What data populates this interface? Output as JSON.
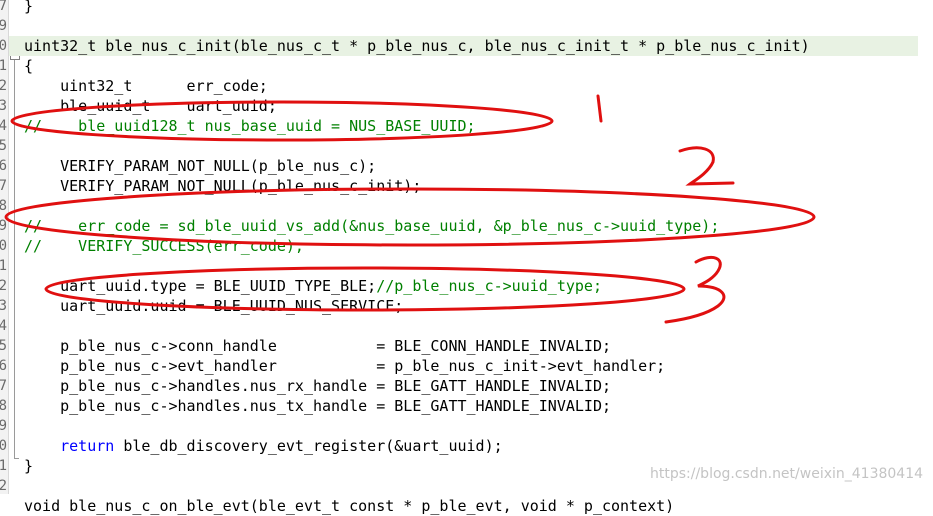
{
  "editor": {
    "line_numbers": [
      "7",
      "9",
      "0",
      "1",
      "2",
      "3",
      "4",
      "5",
      "6",
      "7",
      "8",
      "9",
      "0",
      "1",
      "2",
      "3",
      "4",
      "5",
      "6",
      "7",
      "8",
      "9",
      "0",
      "1",
      "2",
      "3"
    ],
    "fold_marker": "-",
    "code": [
      {
        "parts": [
          {
            "t": "}",
            "c": ""
          }
        ]
      },
      {
        "parts": []
      },
      {
        "parts": [
          {
            "t": "uint32_t ble_nus_c_init(ble_nus_c_t * p_ble_nus_c, ble_nus_c_init_t * p_ble_nus_c_init)",
            "c": ""
          }
        ],
        "active": true
      },
      {
        "parts": [
          {
            "t": "{",
            "c": ""
          }
        ]
      },
      {
        "parts": [
          {
            "t": "    uint32_t      err_code;",
            "c": ""
          }
        ]
      },
      {
        "parts": [
          {
            "t": "    ble_uuid_t    uart_uuid;",
            "c": ""
          }
        ]
      },
      {
        "parts": [
          {
            "t": "//    ble_uuid128_t nus_base_uuid = NUS_BASE_UUID;",
            "c": "cm"
          }
        ]
      },
      {
        "parts": []
      },
      {
        "parts": [
          {
            "t": "    VERIFY_PARAM_NOT_NULL(p_ble_nus_c);",
            "c": ""
          }
        ]
      },
      {
        "parts": [
          {
            "t": "    VERIFY_PARAM_NOT_NULL(p_ble_nus_c_init);",
            "c": ""
          }
        ]
      },
      {
        "parts": []
      },
      {
        "parts": [
          {
            "t": "//    err_code = sd_ble_uuid_vs_add(&nus_base_uuid, &p_ble_nus_c->uuid_type);",
            "c": "cm"
          }
        ]
      },
      {
        "parts": [
          {
            "t": "//    VERIFY_SUCCESS(err_code);",
            "c": "cm"
          }
        ]
      },
      {
        "parts": []
      },
      {
        "parts": [
          {
            "t": "    uart_uuid.type = BLE_UUID_TYPE_BLE;",
            "c": ""
          },
          {
            "t": "//p_ble_nus_c->uuid_type;",
            "c": "cm"
          }
        ]
      },
      {
        "parts": [
          {
            "t": "    uart_uuid.uuid = BLE_UUID_NUS_SERVICE;",
            "c": ""
          }
        ]
      },
      {
        "parts": []
      },
      {
        "parts": [
          {
            "t": "    p_ble_nus_c->conn_handle           = BLE_CONN_HANDLE_INVALID;",
            "c": ""
          }
        ]
      },
      {
        "parts": [
          {
            "t": "    p_ble_nus_c->evt_handler           = p_ble_nus_c_init->evt_handler;",
            "c": ""
          }
        ]
      },
      {
        "parts": [
          {
            "t": "    p_ble_nus_c->handles.nus_rx_handle = BLE_GATT_HANDLE_INVALID;",
            "c": ""
          }
        ]
      },
      {
        "parts": [
          {
            "t": "    p_ble_nus_c->handles.nus_tx_handle = BLE_GATT_HANDLE_INVALID;",
            "c": ""
          }
        ]
      },
      {
        "parts": []
      },
      {
        "parts": [
          {
            "t": "    ",
            "c": ""
          },
          {
            "t": "return",
            "c": "kw"
          },
          {
            "t": " ble_db_discovery_evt_register(&uart_uuid);",
            "c": ""
          }
        ]
      },
      {
        "parts": [
          {
            "t": "}",
            "c": ""
          }
        ]
      },
      {
        "parts": []
      },
      {
        "parts": [
          {
            "t": "void ble_nus_c_on_ble_evt(ble_evt_t const * p_ble_evt, void * p_context)",
            "c": ""
          }
        ]
      }
    ]
  },
  "annotations": {
    "labels": [
      "1",
      "2",
      "3"
    ],
    "color": "#e01010"
  },
  "watermark": "https://blog.csdn.net/weixin_41380414",
  "colors": {
    "comment": "#008000",
    "keyword": "#0000ff",
    "active_line": "#e8f2e3"
  }
}
